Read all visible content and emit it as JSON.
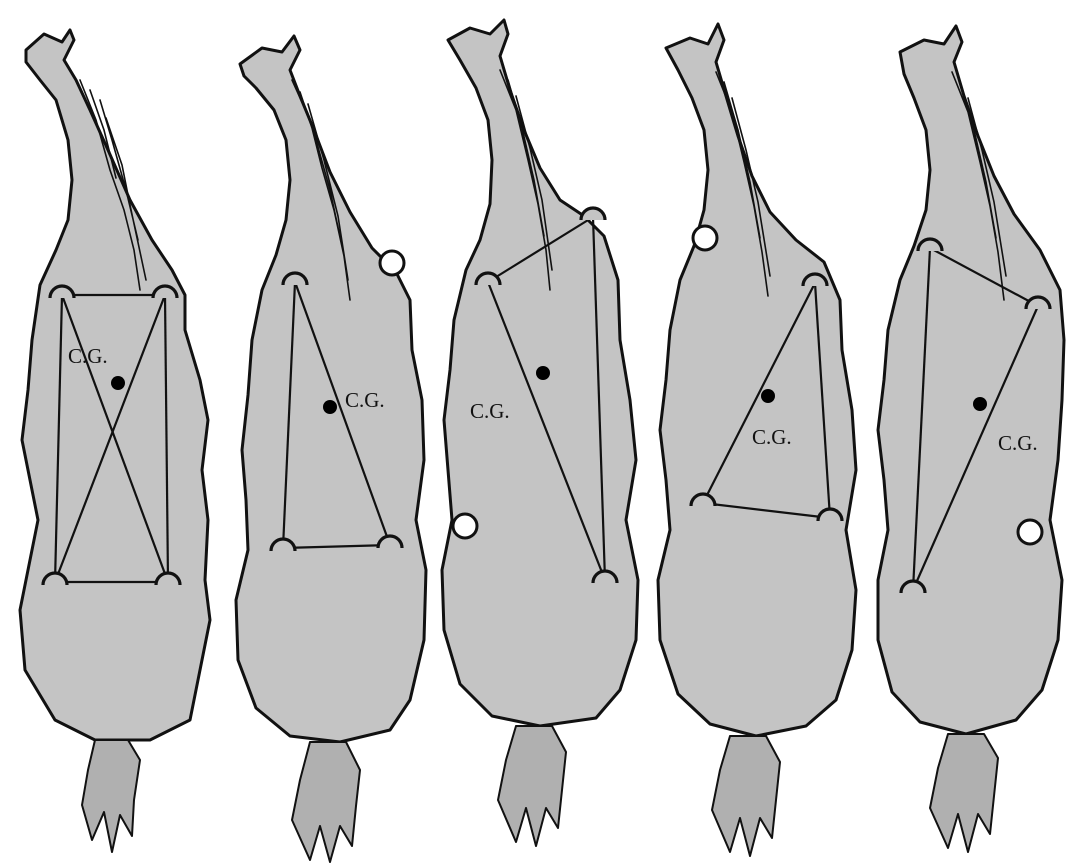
{
  "colors": {
    "background": "#ffffff",
    "body_fill": "#c4c4c4",
    "outline": "#111111",
    "support_line": "#111111",
    "cg_dot": "#000000",
    "raised_hoof": "#ffffff"
  },
  "horses": [
    {
      "cg_label": "C.G.",
      "gait_pattern": "all four hooves planted, diagonals crossing",
      "planted_hooves": 4,
      "raised_hooves": 0
    },
    {
      "cg_label": "C.G.",
      "gait_pattern": "three-hoof support, right fore raised",
      "planted_hooves": 3,
      "raised_hooves": 1
    },
    {
      "cg_label": "C.G.",
      "gait_pattern": "three-hoof support, left hind raised",
      "planted_hooves": 3,
      "raised_hooves": 1
    },
    {
      "cg_label": "C.G.",
      "gait_pattern": "three-hoof support, left fore raised",
      "planted_hooves": 3,
      "raised_hooves": 1
    },
    {
      "cg_label": "C.G.",
      "gait_pattern": "three-hoof support, right hind raised",
      "planted_hooves": 3,
      "raised_hooves": 1
    }
  ]
}
